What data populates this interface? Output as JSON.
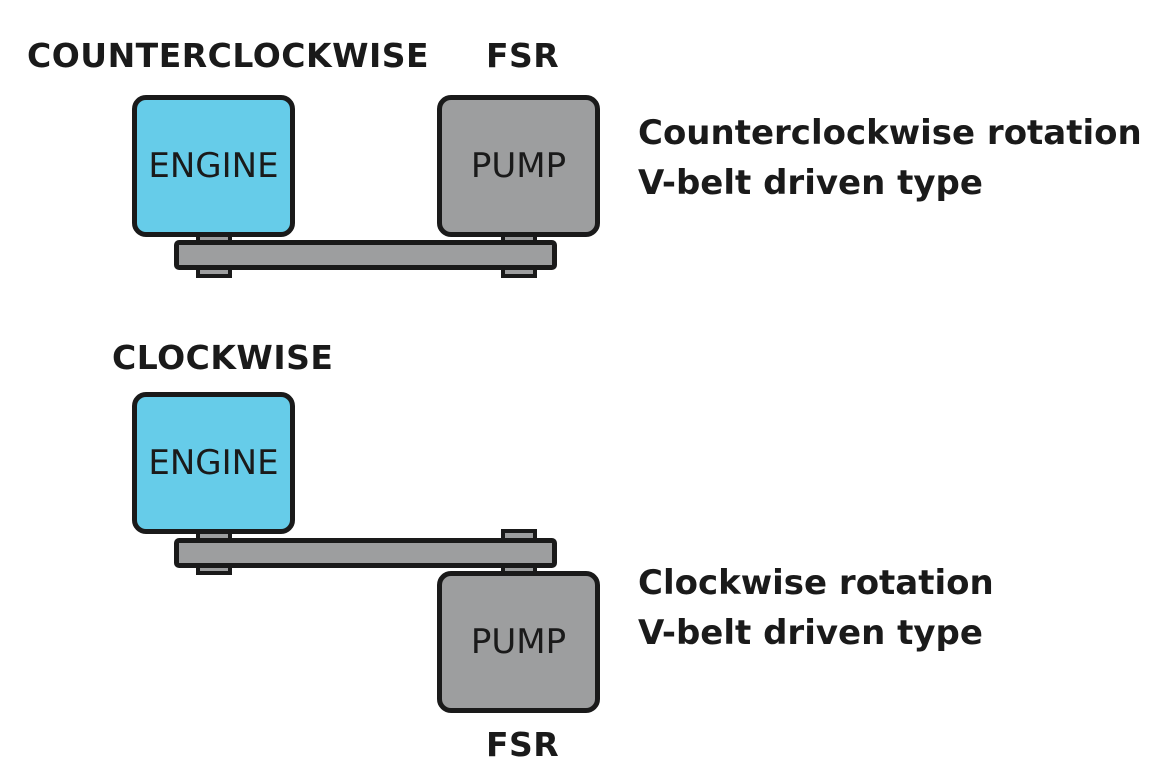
{
  "diagrams": [
    {
      "heading": "COUNTERCLOCKWISE",
      "engine_label": "ENGINE",
      "pump_label": "PUMP",
      "pump_caption": "FSR",
      "description_line1": "Counterclockwise rotation",
      "description_line2": "V-belt driven type"
    },
    {
      "heading": "CLOCKWISE",
      "engine_label": "ENGINE",
      "pump_label": "PUMP",
      "pump_caption": "FSR",
      "description_line1": "Clockwise rotation",
      "description_line2": "V-belt driven type"
    }
  ],
  "colors": {
    "engine": "#66cce9",
    "pump": "#9d9e9f",
    "outline": "#1a1a1a"
  }
}
